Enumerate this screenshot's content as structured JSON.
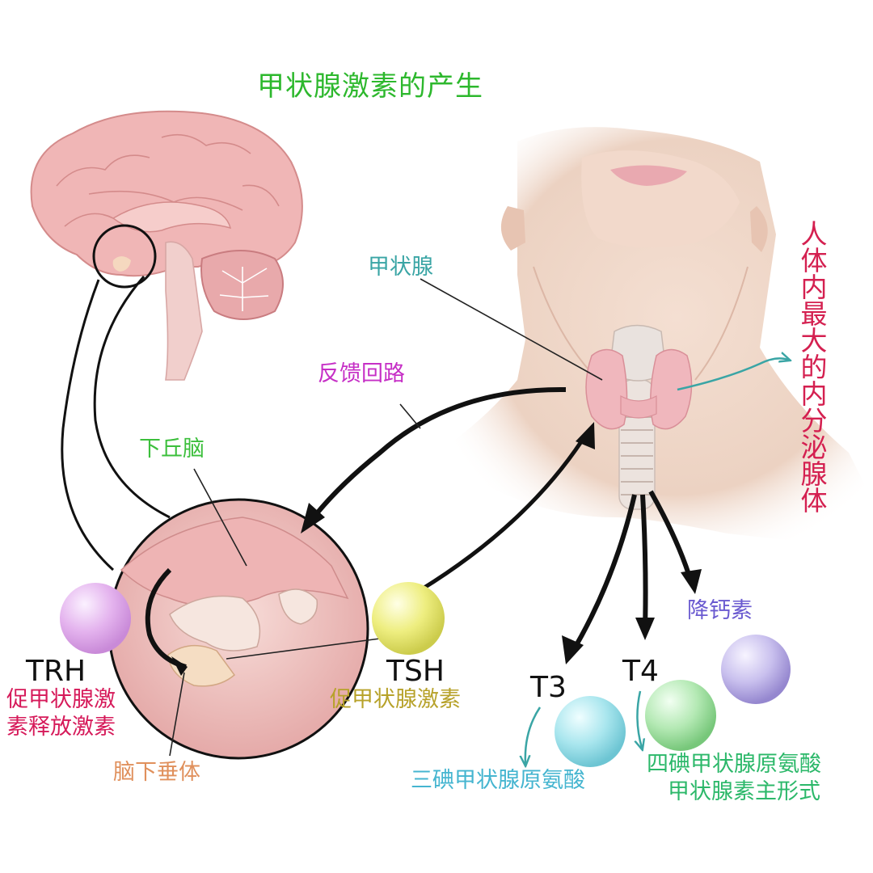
{
  "title": "甲状腺激素的产生",
  "labels": {
    "thyroid": "甲状腺",
    "feedback_loop": "反馈回路",
    "hypothalamus": "下丘脑",
    "pituitary": "脑下垂体",
    "largest_gland_note": "人体内最大的内分泌腺体",
    "calcitonin": "降钙素"
  },
  "hormones": {
    "trh": {
      "name": "TRH",
      "desc_line1": "促甲状腺激",
      "desc_line2": "素释放激素",
      "color": "#e4b3ee"
    },
    "tsh": {
      "name": "TSH",
      "desc": "促甲状腺激素",
      "color": "#eeee80"
    },
    "t3": {
      "name": "T3",
      "desc": "三碘甲状腺原氨酸",
      "color": "#a9e6ee"
    },
    "t4": {
      "name": "T4",
      "desc_line1": "四碘甲状腺原氨酸",
      "desc_line2": "甲状腺素主形式",
      "color": "#b4e9b4"
    },
    "calcitonin": {
      "color": "#c9c0ee"
    }
  },
  "colors": {
    "title": "#2db82d",
    "thyroid_label": "#3aa5a5",
    "feedback": "#c62fc6",
    "hypothalamus": "#3cbf3c",
    "pituitary": "#e0905c",
    "trh_text": "#d61a5a",
    "tsh_text": "#b7a22a",
    "t3_text": "#45b5d0",
    "t4_text": "#2cb86a",
    "calcitonin_text": "#6a5ad0",
    "note_text": "#d42050",
    "teal_pointer": "#3aa5a5"
  },
  "icons": [
    "brain-illustration",
    "neck-illustration",
    "thyroid-gland-illustration",
    "hypothalamus-zoom-illustration"
  ]
}
